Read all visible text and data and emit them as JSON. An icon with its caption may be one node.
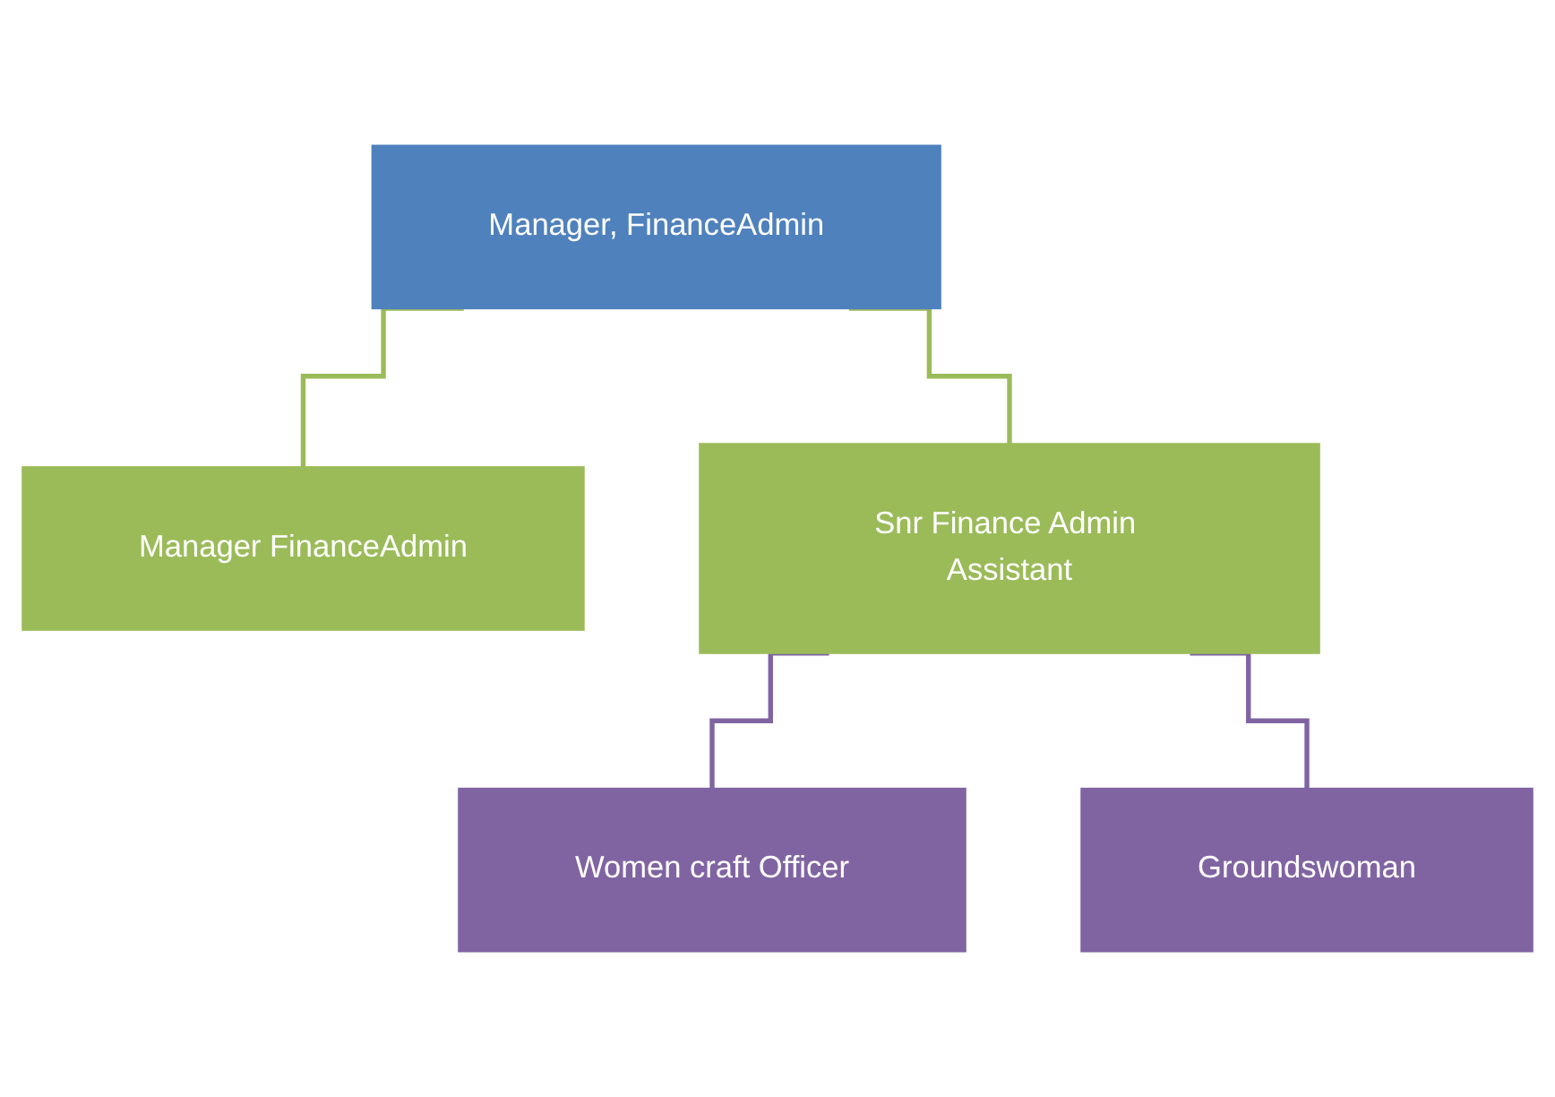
{
  "diagram": {
    "nodes": [
      {
        "text": [
          "Manager, FinanceAdmin"
        ]
      },
      {
        "text": [
          "Manager FinanceAdmin"
        ]
      },
      {
        "text": [
          "Snr Finance Admin Assistant"
        ]
      },
      {
        "text": [
          "Women craft Officer"
        ]
      },
      {
        "text": [
          "Groundswoman"
        ]
      }
    ],
    "edges": [
      {
        "from": 0,
        "to": 1,
        "arrow": "none",
        "color": "#9bbb59"
      },
      {
        "from": 0,
        "to": 2,
        "arrow": "none",
        "color": "#9bbb59"
      },
      {
        "from": 2,
        "to": 3,
        "arrow": "none",
        "color": "#8064a2"
      },
      {
        "from": 2,
        "to": 4,
        "arrow": "none",
        "color": "#8064a2"
      }
    ]
  }
}
